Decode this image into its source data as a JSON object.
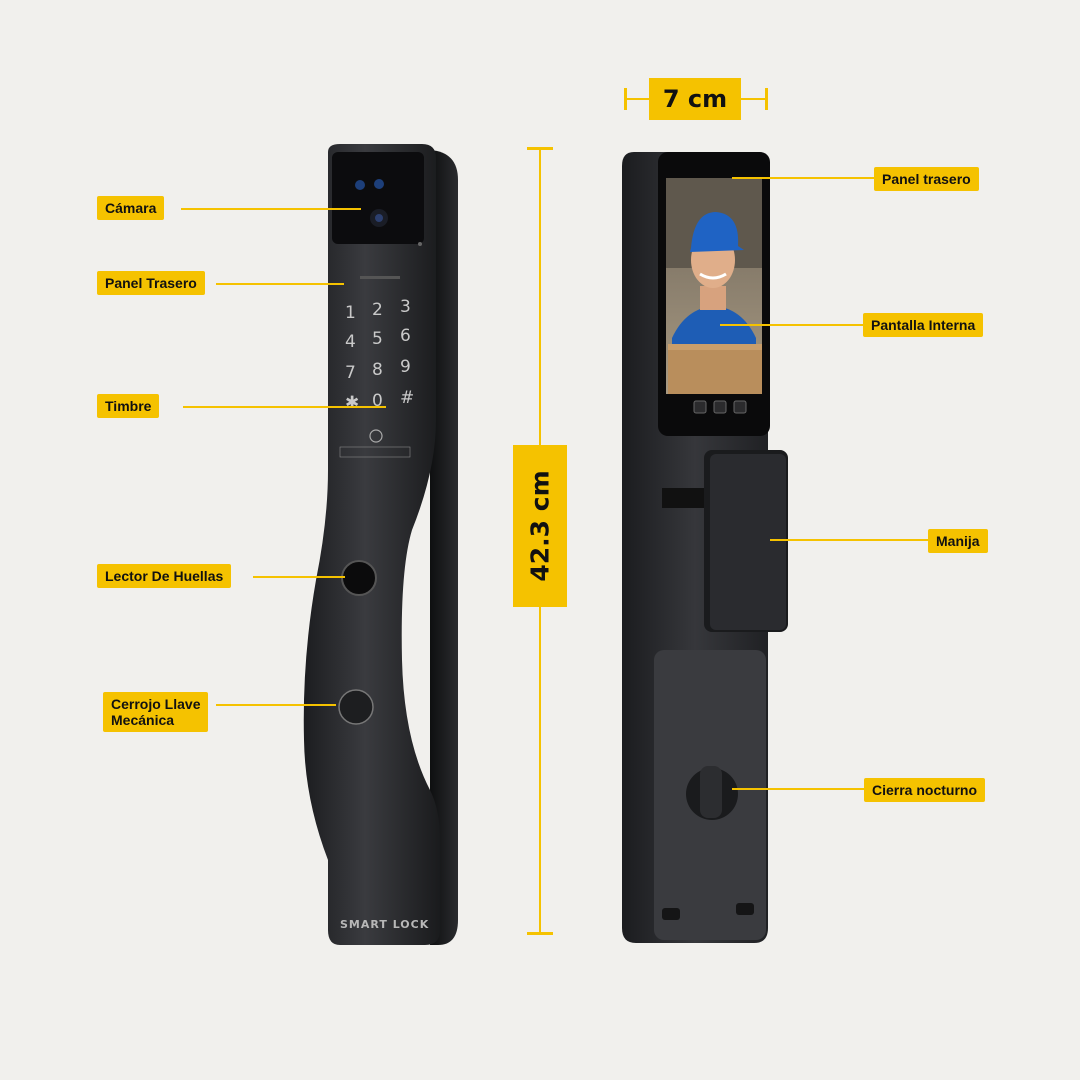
{
  "dimensions": {
    "width": "7 cm",
    "height": "42.3 cm"
  },
  "front_labels": {
    "camera": "Cámara",
    "rear_panel": "Panel Trasero",
    "doorbell": "Timbre",
    "fingerprint": "Lector De Huellas",
    "mechanical_key": "Cerrojo Llave\nMecánica"
  },
  "back_labels": {
    "rear_panel": "Panel  trasero",
    "internal_screen": "Pantalla Interna",
    "handle": "Manija",
    "night_latch": "Cierra nocturno"
  },
  "keypad": [
    "1",
    "2",
    "3",
    "4",
    "5",
    "6",
    "7",
    "8",
    "9",
    "✱",
    "0",
    "#"
  ],
  "front_brand": "SMART LOCK",
  "colors": {
    "accent": "#f5c200",
    "background": "#f1f0ed",
    "lock_body": "#2b2c2f"
  }
}
